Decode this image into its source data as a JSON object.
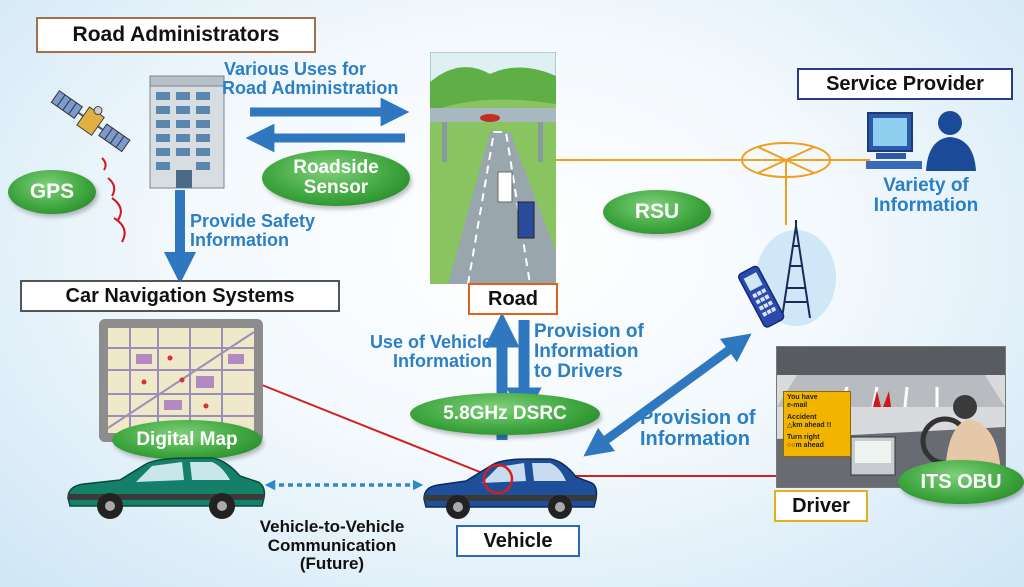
{
  "labels": {
    "road_administrators": "Road Administrators",
    "service_provider": "Service Provider",
    "car_navigation_systems": "Car Navigation Systems",
    "road": "Road",
    "vehicle": "Vehicle",
    "driver": "Driver"
  },
  "ovals": {
    "gps": "GPS",
    "roadside_sensor_1": "Roadside",
    "roadside_sensor_2": "Sensor",
    "rsu": "RSU",
    "dsrc": "5.8GHz DSRC",
    "digital_map": "Digital Map",
    "its_obu": "ITS OBU"
  },
  "annotations": {
    "various_uses_1": "Various Uses for",
    "various_uses_2": "Road Administration",
    "provide_safety_1": "Provide Safety",
    "provide_safety_2": "Information",
    "variety_1": "Variety of",
    "variety_2": "Information",
    "use_vehicle_1": "Use of Vehicle",
    "use_vehicle_2": "Information",
    "provision_drivers_1": "Provision of",
    "provision_drivers_2": "Information",
    "provision_drivers_3": "to Drivers",
    "provision_info_1": "Provision of",
    "provision_info_2": "Information",
    "v2v_1": "Vehicle-to-Vehicle",
    "v2v_2": "Communication",
    "v2v_3": "(Future)"
  },
  "display": {
    "line1": "You have",
    "line2": "e-mail",
    "line3": "Accident",
    "line4": "△km ahead !!",
    "line5": "Turn right",
    "line6": "○○m ahead"
  },
  "colors": {
    "accent_blue": "#2b7fc4",
    "arrow_blue": "#2f78bf",
    "oval_green": "#3ea63e",
    "rsu_line": "#f0a020",
    "link_red": "#d02020"
  }
}
